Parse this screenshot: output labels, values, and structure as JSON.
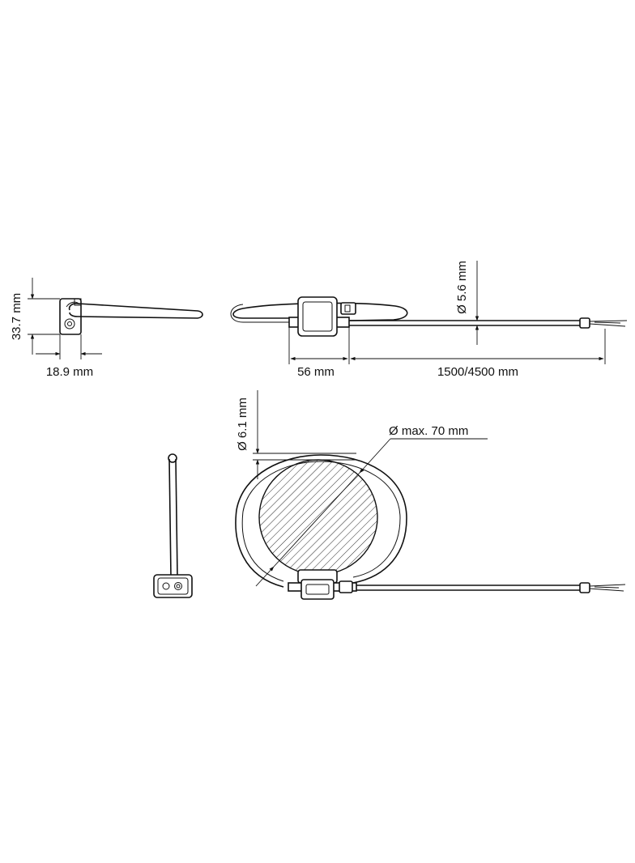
{
  "dimensions": {
    "height_side": "33.7 mm",
    "width_side": "18.9 mm",
    "sensor_width": "56 mm",
    "cable_length": "1500/4500 mm",
    "cable_diameter": "Ø 5.6 mm",
    "coil_diameter": "Ø 6.1 mm",
    "max_conductor": "Ø max. 70 mm"
  },
  "views": [
    "side-view",
    "top-view",
    "end-view",
    "front-view"
  ]
}
